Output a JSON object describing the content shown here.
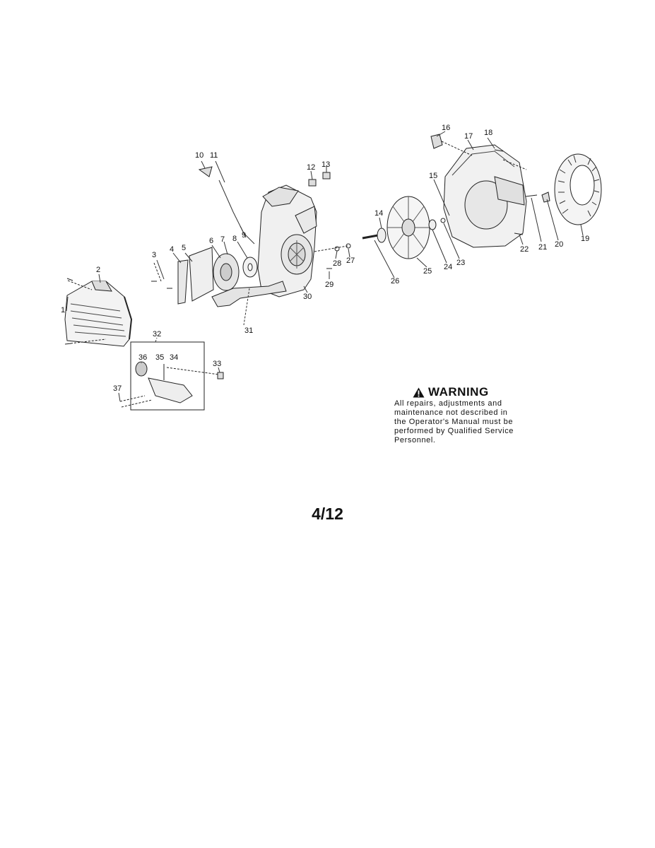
{
  "callouts": {
    "c1": "1",
    "c2": "2",
    "c3": "3",
    "c4": "4",
    "c5": "5",
    "c6": "6",
    "c7": "7",
    "c8": "8",
    "c9": "9",
    "c10": "10",
    "c11": "11",
    "c12": "12",
    "c13": "13",
    "c14": "14",
    "c15": "15",
    "c16": "16",
    "c17": "17",
    "c18": "18",
    "c19": "19",
    "c20": "20",
    "c21": "21",
    "c22": "22",
    "c23": "23",
    "c24": "24",
    "c25": "25",
    "c26": "26",
    "c27": "27",
    "c28": "28",
    "c29": "29",
    "c30": "30",
    "c31": "31",
    "c32": "32",
    "c33": "33",
    "c34": "34",
    "c35": "35",
    "c36": "36",
    "c37": "37"
  },
  "warning": {
    "title": "WARNING",
    "line1": "All repairs, adjustments and",
    "line2": "maintenance not described in",
    "line3": "the Operator's Manual must be",
    "line4": "performed by Qualified Service",
    "line5": "Personnel."
  },
  "page_number": "4/12"
}
